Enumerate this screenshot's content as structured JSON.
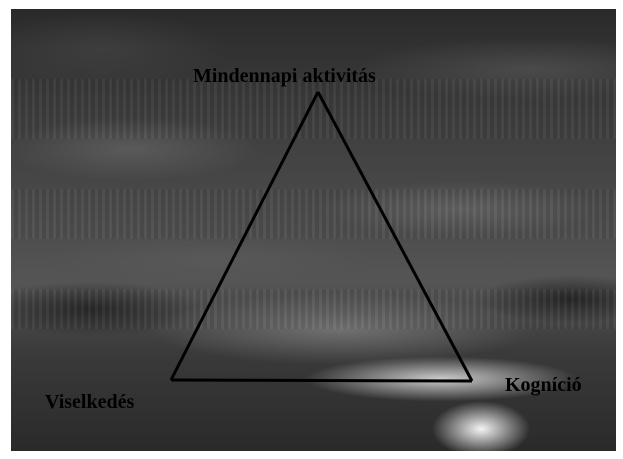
{
  "diagram": {
    "nodes": [
      {
        "id": "top",
        "label": "Mindennapi aktivitás"
      },
      {
        "id": "left",
        "label": "Viselkedés"
      },
      {
        "id": "right",
        "label": "Kogníció"
      }
    ],
    "edges": [
      {
        "from": "top",
        "to": "left"
      },
      {
        "from": "left",
        "to": "right"
      },
      {
        "from": "right",
        "to": "top"
      }
    ],
    "line_color": "#000000",
    "label_color": "#000000"
  },
  "background": {
    "description_icon": "cloudy-sky-photo"
  }
}
